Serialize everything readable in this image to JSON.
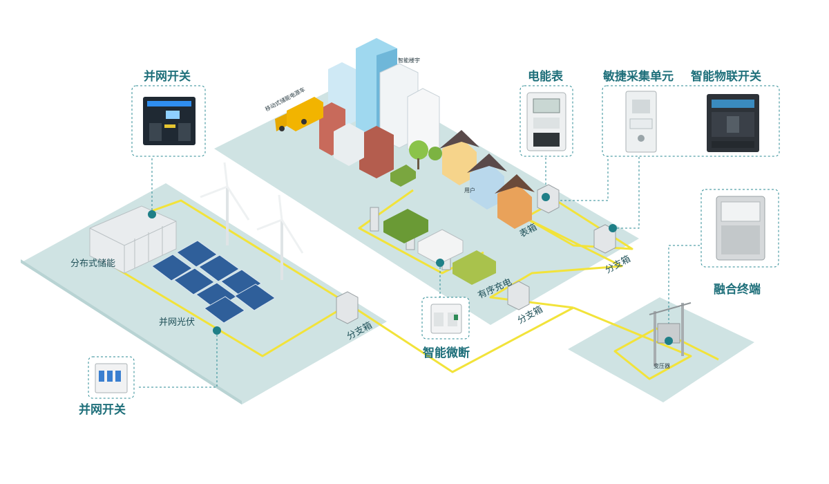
{
  "labels": {
    "grid_switch_top": "并网开关",
    "grid_switch_bottom": "并网开关",
    "meter": "电能表",
    "collector": "敏捷采集单元",
    "iot_switch": "智能物联开关",
    "fusion_terminal": "融合终端",
    "micro_breaker": "智能微断",
    "storage": "分布式储能",
    "pv": "并网光伏",
    "branch_box_left": "分支箱",
    "branch_box_center": "分支箱",
    "branch_box_right": "分支箱",
    "meter_box": "表箱",
    "ordered_charging": "有序充电",
    "transformer": "变压器",
    "mobile_storage_car": "移动式储能电源车",
    "smart_building": "智能楼宇",
    "user": "用户"
  },
  "colors": {
    "platform": "#cfe3e3",
    "platform_shade": "#b8d3d3",
    "wire": "#f2e33a",
    "accent": "#1e6f7a",
    "dot": "#1f7f87",
    "dash": "#2a8a93"
  },
  "icons": [
    "inverter-switch-icon",
    "breaker-icon",
    "electric-meter-icon",
    "collector-unit-icon",
    "iot-switch-icon",
    "fusion-terminal-icon",
    "micro-breaker-icon",
    "wind-turbine-icon",
    "solar-panel-icon",
    "storage-container-icon",
    "transformer-pole-icon",
    "charger-icon",
    "car-icon",
    "house-icon",
    "building-icon",
    "truck-icon",
    "tree-icon"
  ]
}
